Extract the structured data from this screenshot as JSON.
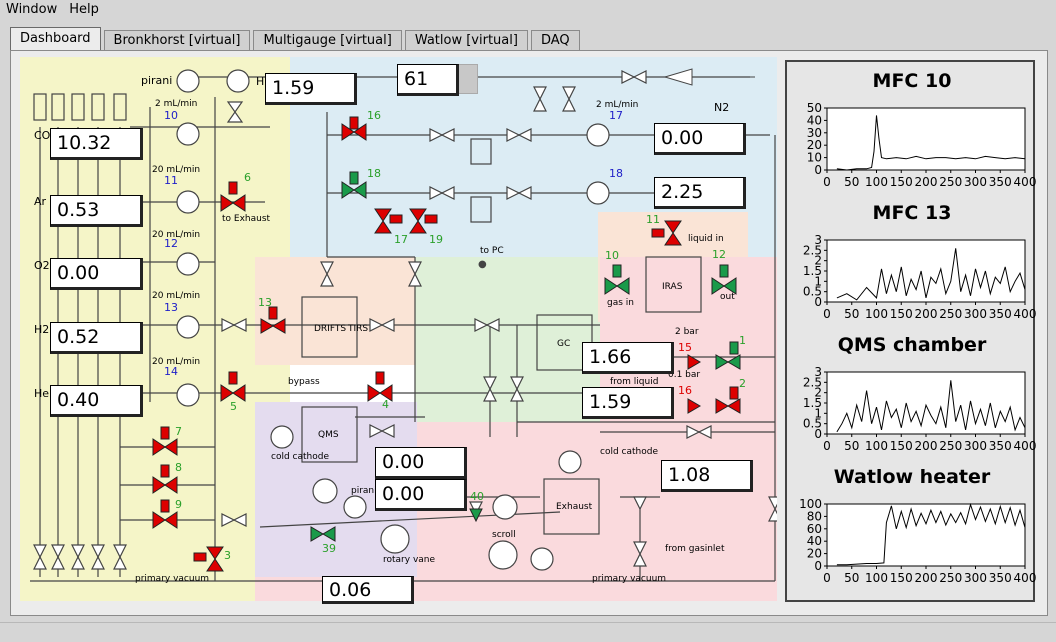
{
  "menu": [
    "Window",
    "Help"
  ],
  "tabs": [
    {
      "label": "Dashboard",
      "active": true
    },
    {
      "label": "Bronkhorst [virtual]",
      "active": false
    },
    {
      "label": "Multigauge [virtual]",
      "active": false
    },
    {
      "label": "Watlow [virtual]",
      "active": false
    },
    {
      "label": "DAQ",
      "active": false
    }
  ],
  "readouts": {
    "pirani_top": "1.59",
    "top_gauge": "61",
    "co": "10.32",
    "ar": "0.53",
    "o2": "0.00",
    "h2": "0.52",
    "he": "0.40",
    "mfc17": "0.00",
    "mfc18": "2.25",
    "gc_upper": "1.66",
    "gc_lower": "1.59",
    "qms_upper": "0.00",
    "qms_lower": "0.00",
    "cold_cathode": "1.08",
    "primary_vacuum": "0.06"
  },
  "labels": {
    "pirani": "pirani",
    "hi": "HI",
    "n2": "N2",
    "co": "CO",
    "ar": "Ar",
    "o2": "O2",
    "h2": "H2",
    "he": "He",
    "flow_2": "2 mL/min",
    "flow_20": "20 mL/min",
    "to_exhaust": "to Exhaust",
    "to_pc": "to PC",
    "liquid_in": "liquid in",
    "gas_in": "gas in",
    "out": "out",
    "iras": "IRAS",
    "drifts": "DRIFTS",
    "tirs": "TIRS",
    "gc": "GC",
    "bar_2": "2 bar",
    "bar_01": "0.1 bar",
    "from_liquid": "from liquid",
    "bypass": "bypass",
    "qms": "QMS",
    "cold_cathode": "cold cathode",
    "cold_cathode_2": "cold cathode",
    "pirani_2": "pirani",
    "exhaust": "Exhaust",
    "scroll": "scroll",
    "rotary_vane": "rotary vane",
    "from_gasinlet": "from gasinlet",
    "primary_vacuum": "primary vacuum",
    "primary_vacuum_2": "primary vacuum"
  },
  "valve_numbers": {
    "v1": "1",
    "v2": "2",
    "v3": "3",
    "v4": "4",
    "v5": "5",
    "v6": "6",
    "v7": "7",
    "v8": "8",
    "v9": "9",
    "v10": "10",
    "v11": "11",
    "v12": "12",
    "v13": "13",
    "v15": "15",
    "v16": "16",
    "v17": "17",
    "v18": "18",
    "v19": "19",
    "v39": "39",
    "v40": "40"
  },
  "mfc_numbers": {
    "m10": "10",
    "m11": "11",
    "m12": "12",
    "m13": "13",
    "m14": "14",
    "m17": "17",
    "m18": "18"
  },
  "colors": {
    "valve_open": "#1a9a4a",
    "valve_closed": "#dd0000",
    "zone_yellow": "#f5f5c8",
    "zone_blue": "#dcecf4",
    "zone_orange": "#fae4d6",
    "zone_green": "#dff0d8",
    "zone_pink": "#fadadd",
    "zone_purple": "#e4dcef",
    "mfc_label": "#2020c8",
    "valve_label": "#2aa02a"
  },
  "chart_data": [
    {
      "type": "line",
      "title": "MFC 10",
      "xlim": [
        0,
        400
      ],
      "ylim": [
        0,
        50
      ],
      "xticks": [
        "0",
        "50",
        "100",
        "150",
        "200",
        "250",
        "300",
        "350",
        "400"
      ],
      "yticks": [
        "0",
        "10",
        "20",
        "30",
        "40",
        "50"
      ],
      "x": [
        20,
        40,
        60,
        80,
        90,
        95,
        100,
        105,
        110,
        120,
        140,
        160,
        180,
        200,
        220,
        240,
        260,
        280,
        300,
        320,
        340,
        360,
        380,
        400
      ],
      "y": [
        1,
        0,
        1,
        1,
        2,
        15,
        44,
        25,
        10,
        9,
        10,
        9,
        11,
        9,
        10,
        10,
        9,
        10,
        9,
        11,
        10,
        9,
        10,
        9
      ]
    },
    {
      "type": "line",
      "title": "MFC 13",
      "xlim": [
        0,
        400
      ],
      "ylim": [
        0,
        3
      ],
      "xticks": [
        "0",
        "50",
        "100",
        "150",
        "200",
        "250",
        "300",
        "350",
        "400"
      ],
      "yticks": [
        "0",
        "0.5",
        "1",
        "1.5",
        "2",
        "2.5",
        "3"
      ],
      "x": [
        20,
        40,
        60,
        80,
        100,
        110,
        120,
        130,
        140,
        150,
        160,
        170,
        180,
        190,
        200,
        210,
        220,
        230,
        240,
        250,
        260,
        270,
        280,
        290,
        300,
        310,
        320,
        330,
        340,
        350,
        360,
        370,
        380,
        390,
        400
      ],
      "y": [
        0.2,
        0.4,
        0.1,
        0.7,
        0.2,
        1.6,
        0.4,
        1.3,
        0.5,
        1.7,
        0.3,
        1.1,
        0.6,
        1.5,
        0.2,
        1.2,
        0.9,
        1.6,
        0.4,
        1.0,
        2.6,
        0.5,
        1.3,
        0.3,
        1.6,
        0.7,
        1.5,
        0.4,
        1.2,
        0.9,
        1.7,
        0.5,
        1.0,
        1.4,
        0.6
      ]
    },
    {
      "type": "line",
      "title": "QMS chamber",
      "xlim": [
        0,
        400
      ],
      "ylim": [
        0,
        3
      ],
      "xticks": [
        "0",
        "50",
        "100",
        "150",
        "200",
        "250",
        "300",
        "350",
        "400"
      ],
      "yticks": [
        "0",
        "0.5",
        "1",
        "1.5",
        "2",
        "2.5",
        "3"
      ],
      "x": [
        20,
        30,
        40,
        50,
        60,
        70,
        80,
        90,
        100,
        110,
        120,
        130,
        140,
        150,
        160,
        170,
        180,
        190,
        200,
        210,
        220,
        230,
        240,
        250,
        260,
        270,
        280,
        290,
        300,
        310,
        320,
        330,
        340,
        350,
        360,
        370,
        380,
        390,
        400
      ],
      "y": [
        0.1,
        0.5,
        1.0,
        0.3,
        1.4,
        0.6,
        2.1,
        0.5,
        1.3,
        0.2,
        1.6,
        0.8,
        1.2,
        0.3,
        1.5,
        0.6,
        1.1,
        0.4,
        1.4,
        0.9,
        0.5,
        1.3,
        0.3,
        2.6,
        0.6,
        1.4,
        0.2,
        1.6,
        0.5,
        1.2,
        0.4,
        1.5,
        0.3,
        1.1,
        0.6,
        1.3,
        0.2,
        0.8,
        0.3
      ]
    },
    {
      "type": "line",
      "title": "Watlow heater",
      "xlim": [
        0,
        400
      ],
      "ylim": [
        0,
        100
      ],
      "xticks": [
        "0",
        "50",
        "100",
        "150",
        "200",
        "250",
        "300",
        "350",
        "400"
      ],
      "yticks": [
        "0",
        "20",
        "40",
        "60",
        "80",
        "100"
      ],
      "x": [
        20,
        40,
        60,
        80,
        100,
        115,
        120,
        130,
        140,
        150,
        160,
        170,
        180,
        190,
        200,
        210,
        220,
        230,
        240,
        250,
        260,
        270,
        280,
        290,
        300,
        310,
        320,
        330,
        340,
        350,
        360,
        370,
        380,
        390,
        400
      ],
      "y": [
        2,
        2,
        3,
        4,
        4,
        5,
        70,
        97,
        60,
        88,
        62,
        92,
        65,
        85,
        68,
        90,
        70,
        88,
        66,
        84,
        70,
        86,
        68,
        99,
        75,
        95,
        72,
        92,
        68,
        96,
        70,
        94,
        66,
        90,
        62
      ]
    }
  ]
}
